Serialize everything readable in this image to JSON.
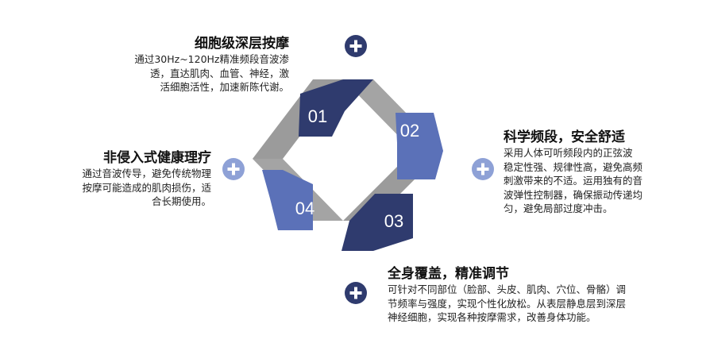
{
  "colors": {
    "navy": "#2f3b6e",
    "blue": "#5b71b8",
    "gray": "#a4a4a4",
    "light_blue": "#8ea1d6"
  },
  "cycle": {
    "steps": [
      "01",
      "02",
      "03",
      "04"
    ]
  },
  "features": [
    {
      "title": "细胞级深层按摩",
      "lines": [
        "通过30Hz~120Hz精准频段音波渗",
        "透，直达肌肉、血管、神经，激",
        "活细胞活性，加速新陈代谢。"
      ],
      "icon": "plus-circle-icon"
    },
    {
      "title": "科学频段，安全舒适",
      "lines": [
        "采用人体可听频段内的正弦波",
        "稳定性强、规律性高，避免高频",
        "刺激带来的不适。运用独有的音",
        "波弹性控制器，确保振动传递均",
        "匀，避免局部过度冲击。"
      ],
      "icon": "plus-circle-icon"
    },
    {
      "title": "全身覆盖，精准调节",
      "lines": [
        "可针对不同部位（脸部、头皮、肌肉、穴位、骨骼）调",
        "节频率与强度，实现个性化放松。从表层静息层到深层",
        "神经细胞，实现各种按摩需求，改善身体功能。"
      ],
      "icon": "plus-circle-icon"
    },
    {
      "title": "非侵入式健康理疗",
      "lines": [
        "通过音波传导，避免传统物理",
        "按摩可能造成的肌肉损伤，适",
        "合长期使用。"
      ],
      "icon": "plus-circle-icon"
    }
  ]
}
